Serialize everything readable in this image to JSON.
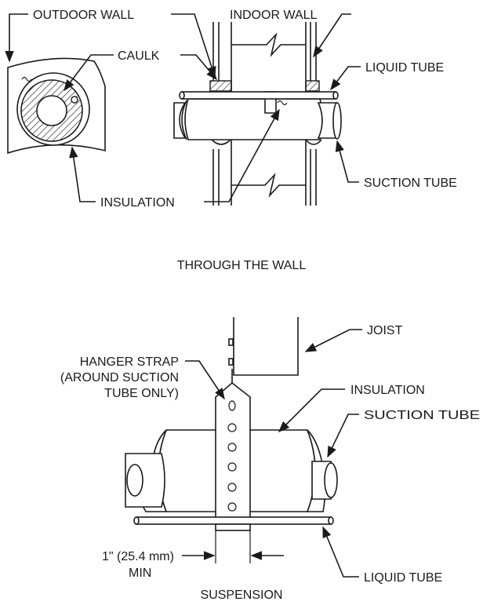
{
  "wall_section": {
    "outdoor_wall": "OUTDOOR WALL",
    "indoor_wall": "INDOOR WALL",
    "caulk": "CAULK",
    "liquid_tube": "LIQUID TUBE",
    "suction_tube": "SUCTION TUBE",
    "insulation": "INSULATION",
    "caption": "THROUGH THE WALL"
  },
  "suspension_section": {
    "joist": "JOIST",
    "hanger_line1": "HANGER STRAP",
    "hanger_line2": "(AROUND SUCTION",
    "hanger_line3": "TUBE ONLY)",
    "insulation": "INSULATION",
    "suction_tube": "SUCTION TUBE",
    "clearance_line1": "1\" (25.4 mm)",
    "clearance_line2": "MIN",
    "liquid_tube": "LIQUID TUBE",
    "caption": "SUSPENSION"
  }
}
